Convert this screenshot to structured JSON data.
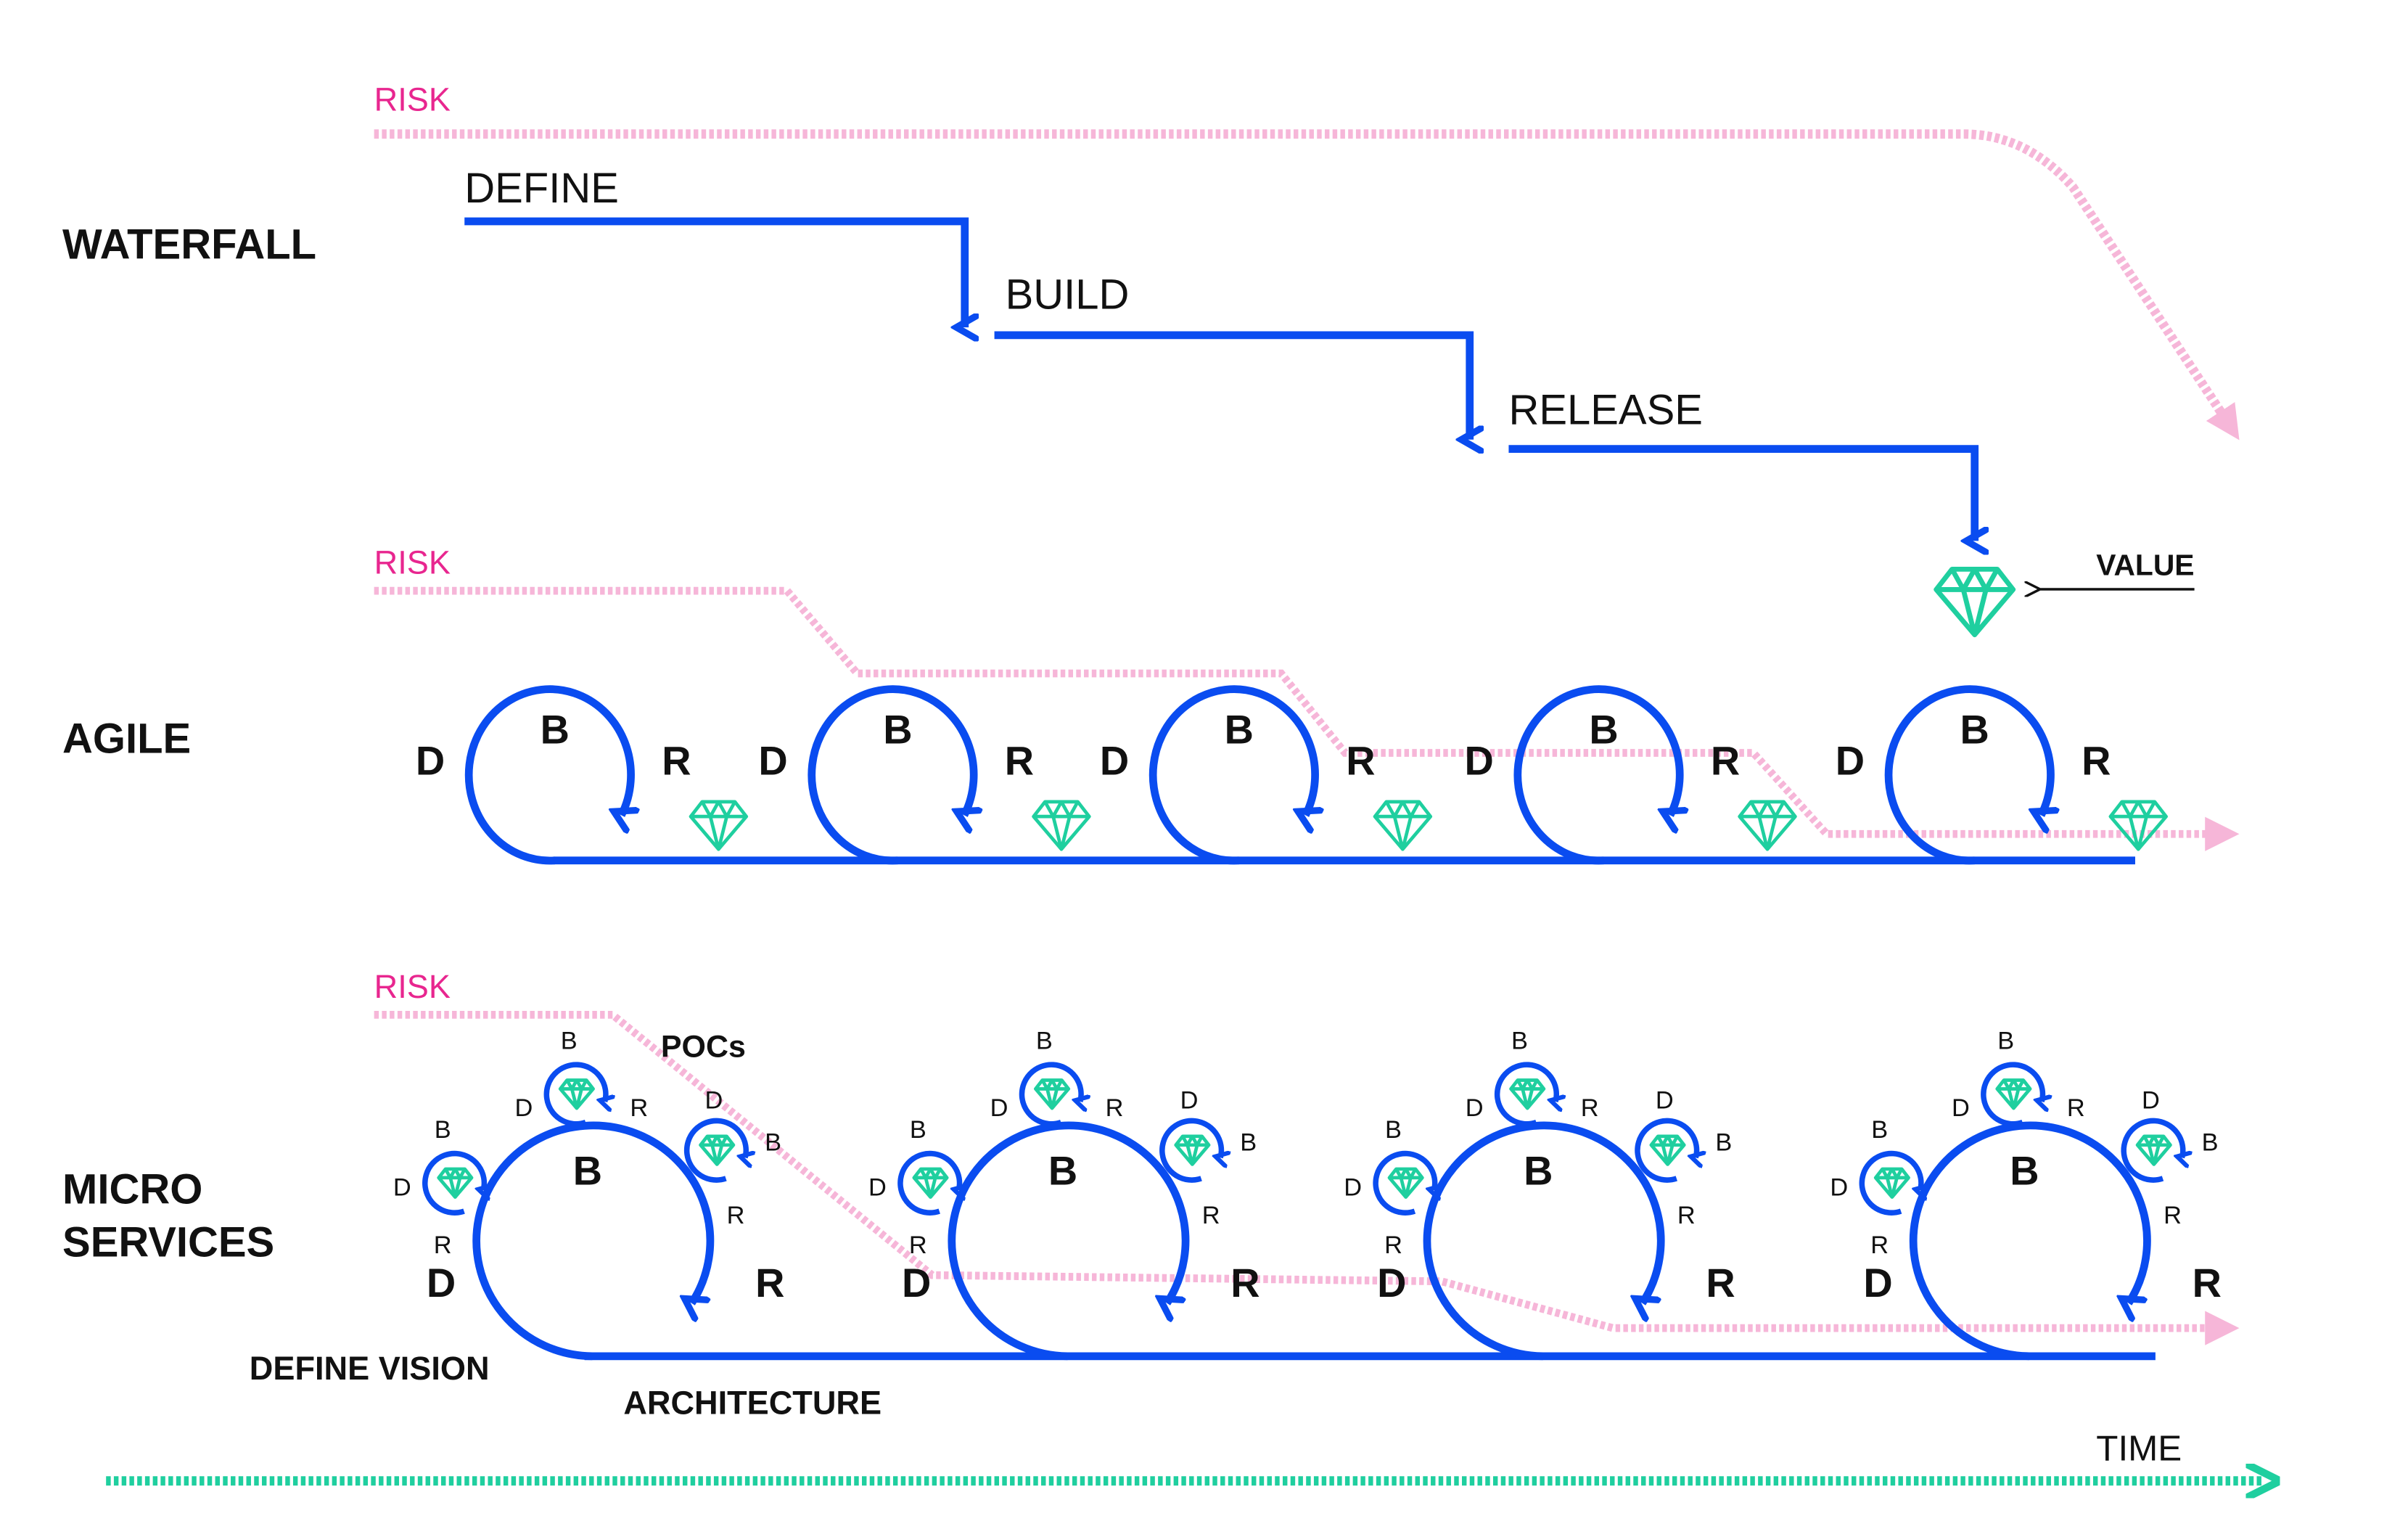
{
  "colors": {
    "process": "#0a4cf0",
    "risk_text": "#e8268f",
    "risk_line": "#f6b6d8",
    "value_gem": "#1fcf9f",
    "time": "#1fcf9f",
    "text": "#111111"
  },
  "icons": {
    "value": "diamond-icon",
    "arrow_down": "arrow-down-icon"
  },
  "waterfall": {
    "title": "WATERFALL",
    "risk_label": "RISK",
    "phases": [
      "DEFINE",
      "BUILD",
      "RELEASE"
    ],
    "value_label": "VALUE"
  },
  "agile": {
    "title": "AGILE",
    "risk_label": "RISK",
    "loops": [
      {
        "d": "D",
        "b": "B",
        "r": "R"
      },
      {
        "d": "D",
        "b": "B",
        "r": "R"
      },
      {
        "d": "D",
        "b": "B",
        "r": "R"
      },
      {
        "d": "D",
        "b": "B",
        "r": "R"
      },
      {
        "d": "D",
        "b": "B",
        "r": "R"
      }
    ]
  },
  "microservices": {
    "title_line1": "MICRO",
    "title_line2": "SERVICES",
    "risk_label": "RISK",
    "pocs_label": "POCs",
    "define_vision_label": "DEFINE VISION",
    "architecture_label": "ARCHITECTURE",
    "loops": [
      {
        "d": "D",
        "b": "B",
        "r": "R"
      },
      {
        "d": "D",
        "b": "B",
        "r": "R"
      },
      {
        "d": "D",
        "b": "B",
        "r": "R"
      },
      {
        "d": "D",
        "b": "B",
        "r": "R"
      }
    ],
    "mini_loops": [
      {
        "d": "D",
        "b": "B",
        "r": "R"
      },
      {
        "d": "D",
        "b": "B",
        "r": "R"
      },
      {
        "d": "D",
        "b": "B",
        "r": "R"
      }
    ]
  },
  "time_label": "TIME"
}
